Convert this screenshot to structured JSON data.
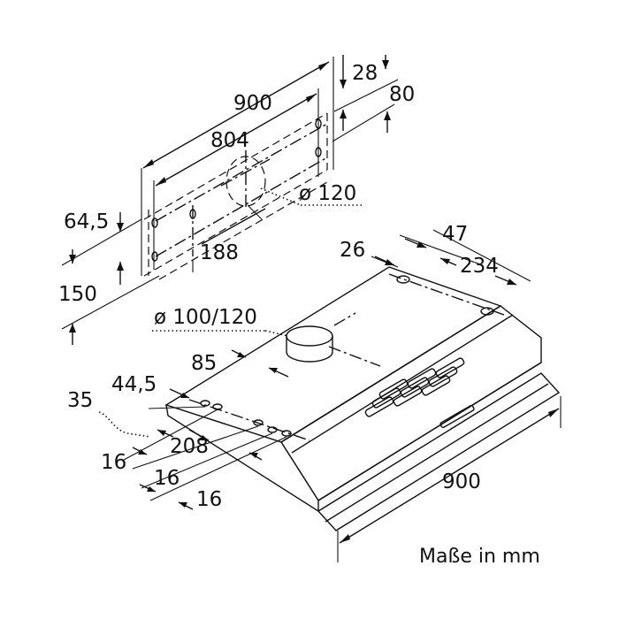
{
  "dimensions": {
    "d900_top": "900",
    "d804": "804",
    "d28": "28",
    "d80": "80",
    "d120": "ø 120",
    "d64_5": "64,5",
    "d188": "188",
    "d150": "150",
    "d26": "26",
    "d47": "47",
    "d234": "234",
    "d100_120": "ø 100/120",
    "d85": "85",
    "d44_5": "44,5",
    "d35": "35",
    "d208": "208",
    "d16_a": "16",
    "d16_b": "16",
    "d16_c": "16",
    "d900_bottom": "900"
  },
  "units_label": "Maße in mm"
}
